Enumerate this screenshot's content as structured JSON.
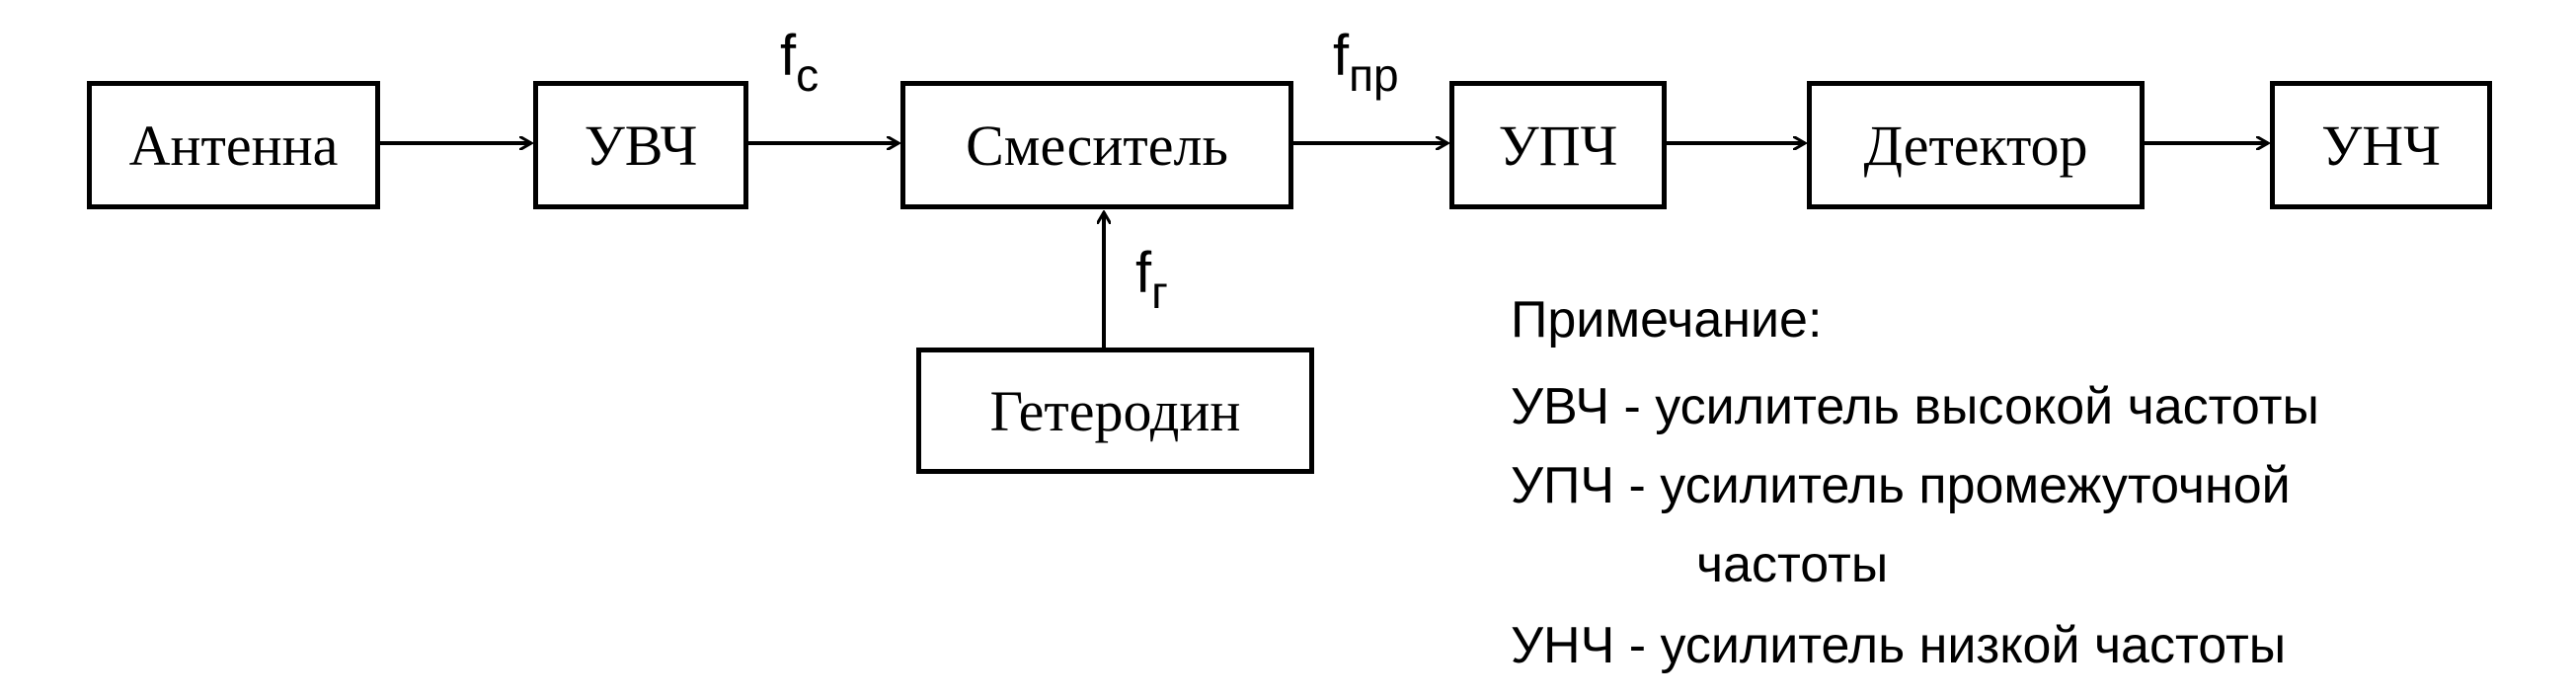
{
  "blocks": {
    "antenna": "Антенна",
    "rf_amp": "УВЧ",
    "mixer": "Смеситель",
    "if_amp": "УПЧ",
    "detector": "Детектор",
    "af_amp": "УНЧ",
    "oscillator": "Гетеродин"
  },
  "signals": {
    "fc": {
      "base": "f",
      "sub": "c"
    },
    "fpr": {
      "base": "f",
      "sub": "пр"
    },
    "fg": {
      "base": "f",
      "sub": "г"
    }
  },
  "note": {
    "title": "Примечание:",
    "lines": [
      "УВЧ - усилитель высокой частоты",
      "УПЧ - усилитель промежуточной",
      "частоты",
      "УНЧ - усилитель низкой частоты"
    ]
  }
}
